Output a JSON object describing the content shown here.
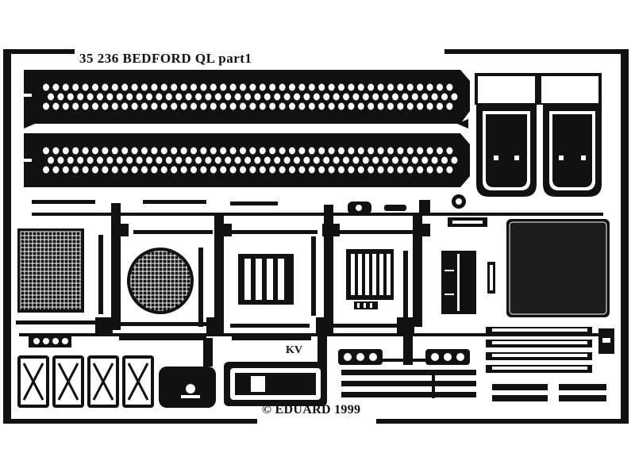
{
  "sheet": {
    "title": "35 236  BEDFORD  QL  part1",
    "copyright": "© EDUARD 1999",
    "marking": "KV"
  },
  "colors": {
    "background": "#ffffff",
    "metal": "#111111",
    "hole": "#ffffff"
  }
}
